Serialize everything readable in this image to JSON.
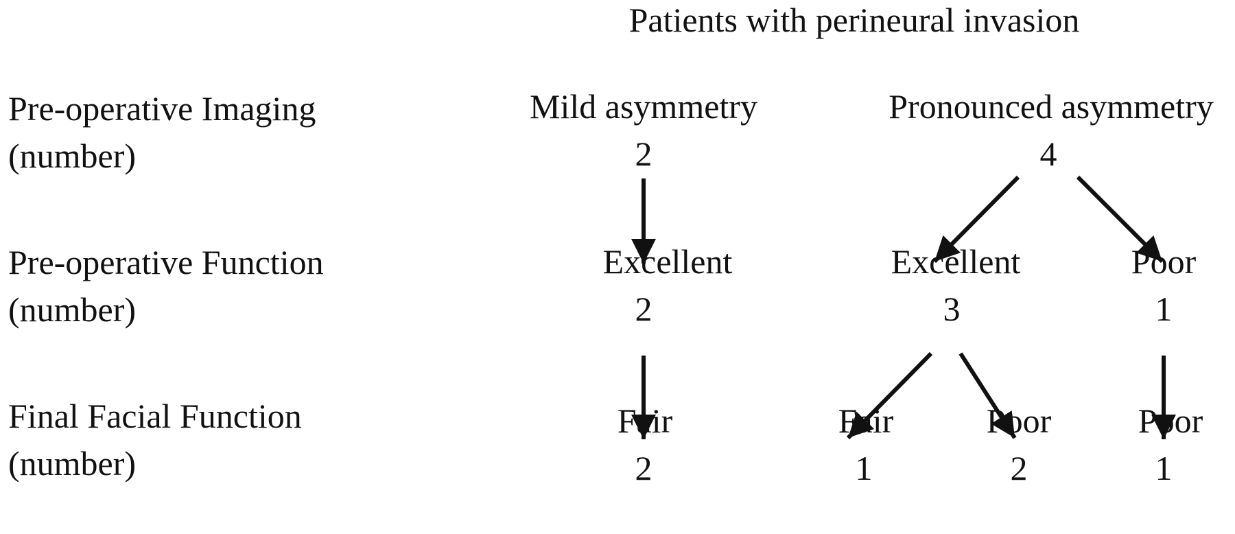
{
  "title": "Patients with perineural invasion",
  "rows": [
    {
      "label": "Pre-operative Imaging",
      "sub": "(number)"
    },
    {
      "label": "Pre-operative Function",
      "sub": "(number)"
    },
    {
      "label": "Final Facial Function",
      "sub": "(number)"
    }
  ],
  "nodes": {
    "imaging_mild": {
      "label": "Mild asymmetry",
      "count": "2"
    },
    "imaging_pronounced": {
      "label": "Pronounced asymmetry",
      "count": "4"
    },
    "function_excellent_a": {
      "label": "Excellent",
      "count": "2"
    },
    "function_excellent_b": {
      "label": "Excellent",
      "count": "3"
    },
    "function_poor": {
      "label": "Poor",
      "count": "1"
    },
    "final_fair_a": {
      "label": "Fair",
      "count": "2"
    },
    "final_fair_b": {
      "label": "Fair",
      "count": "1"
    },
    "final_poor_a": {
      "label": "Poor",
      "count": "2"
    },
    "final_poor_b": {
      "label": "Poor",
      "count": "1"
    }
  }
}
